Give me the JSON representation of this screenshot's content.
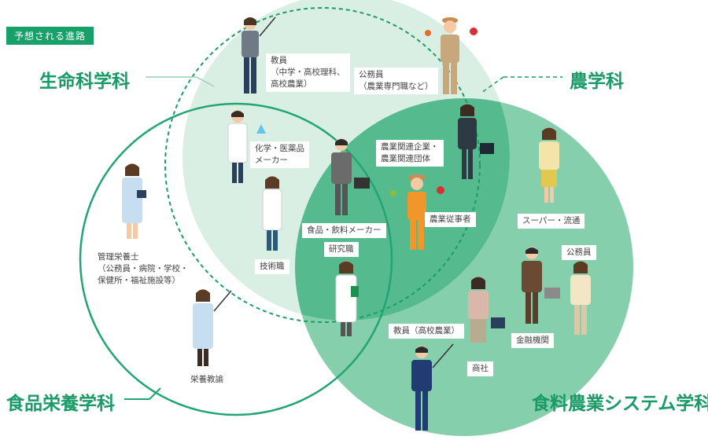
{
  "badge": "予想される進路",
  "departments": {
    "life_science": "生命科学科",
    "agriculture": "農学科",
    "food_nutrition": "食品栄養学科",
    "food_agri_system": "食料農業システム学科"
  },
  "careers": {
    "teacher_top": "教員\n（中学・高校理科、\n高校農業）",
    "public_servant_top": "公務員\n（農業専門職など）",
    "chem_pharma": "化学・医薬品\nメーカー",
    "agri_companies": "農業関連企業・\n農業関連団体",
    "technical": "技術職",
    "food_beverage": "食品・飲料メーカー",
    "research": "研究職",
    "farmer": "農業従事者",
    "supermarket": "スーパー・流通",
    "public_servant_right": "公務員",
    "dietitian": "管理栄養士\n（公務員・病院・学校・\n保健所・福祉施設等）",
    "teacher_high_agri": "教員（高校農業）",
    "trading": "商社",
    "finance": "金融機関",
    "nutrition_teacher": "栄養教諭"
  },
  "colors": {
    "accent": "#18a06a",
    "life_science_fill": "#d8efe3",
    "food_agri_fill": "#7bcba5",
    "overlap_fill": "#50b98a",
    "food_nutrition_stroke": "#22a574"
  }
}
